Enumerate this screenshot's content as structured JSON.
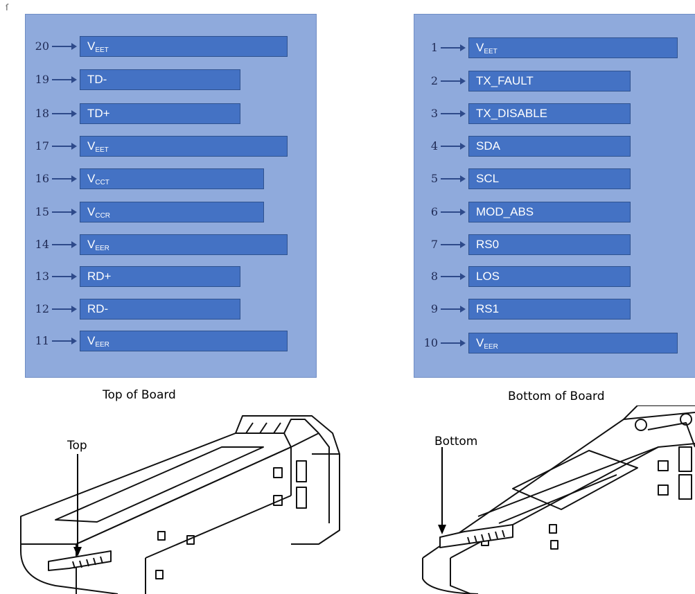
{
  "corner_mark": "ſ",
  "top_board": {
    "caption": "Top of Board",
    "callout": "Top",
    "pins": [
      {
        "num": "20",
        "main": "V",
        "sub": "EET"
      },
      {
        "num": "19",
        "main": "TD-",
        "sub": ""
      },
      {
        "num": "18",
        "main": "TD+",
        "sub": ""
      },
      {
        "num": "17",
        "main": "V",
        "sub": "EET"
      },
      {
        "num": "16",
        "main": "V",
        "sub": "CCT"
      },
      {
        "num": "15",
        "main": "V",
        "sub": "CCR"
      },
      {
        "num": "14",
        "main": "V",
        "sub": "EER"
      },
      {
        "num": "13",
        "main": "RD+",
        "sub": ""
      },
      {
        "num": "12",
        "main": "RD-",
        "sub": ""
      },
      {
        "num": "11",
        "main": "V",
        "sub": "EER"
      }
    ]
  },
  "bottom_board": {
    "caption": "Bottom of Board",
    "callout": "Bottom",
    "pins": [
      {
        "num": "1",
        "main": "V",
        "sub": "EET"
      },
      {
        "num": "2",
        "main": "TX_FAULT",
        "sub": ""
      },
      {
        "num": "3",
        "main": "TX_DISABLE",
        "sub": ""
      },
      {
        "num": "4",
        "main": "SDA",
        "sub": ""
      },
      {
        "num": "5",
        "main": "SCL",
        "sub": ""
      },
      {
        "num": "6",
        "main": "MOD_ABS",
        "sub": ""
      },
      {
        "num": "7",
        "main": "RS0",
        "sub": ""
      },
      {
        "num": "8",
        "main": "LOS",
        "sub": ""
      },
      {
        "num": "9",
        "main": "RS1",
        "sub": ""
      },
      {
        "num": "10",
        "main": "V",
        "sub": "EER"
      }
    ]
  },
  "colors": {
    "panel": "#8faadc",
    "bar": "#4472c4",
    "arrow": "#2e4a8a"
  }
}
